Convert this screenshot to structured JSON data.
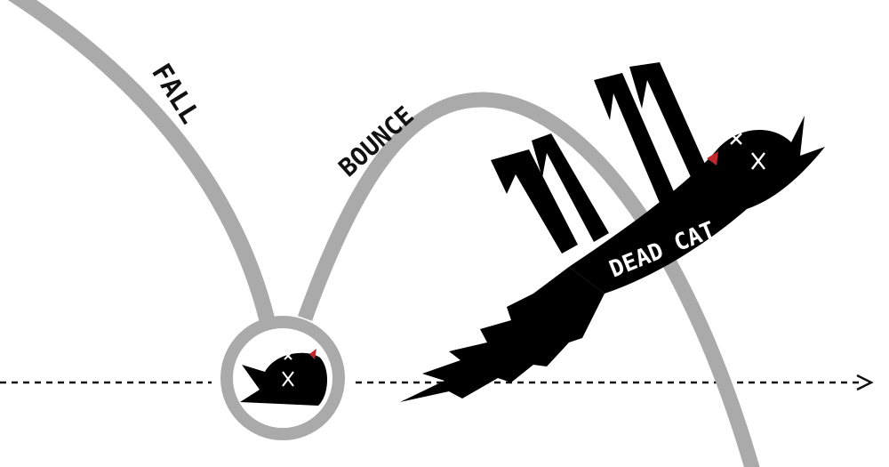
{
  "labels": {
    "fall": "FALL",
    "bounce": "BOUNCE",
    "dead_cat": "DEAD CAT"
  },
  "colors": {
    "path": "#aaaaaa",
    "cat": "#000000",
    "tongue": "#c0282d",
    "background": "#ffffff"
  }
}
